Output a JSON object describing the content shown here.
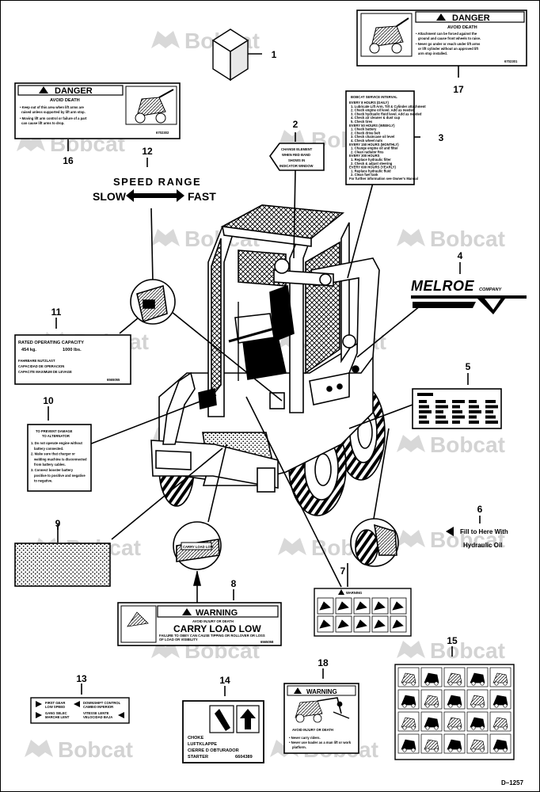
{
  "watermark": {
    "text": "Bobcat"
  },
  "drawing_number": "D–1257",
  "callouts": [
    "1",
    "2",
    "3",
    "4",
    "5",
    "6",
    "7",
    "8",
    "9",
    "10",
    "11",
    "12",
    "13",
    "14",
    "15",
    "16",
    "17",
    "18"
  ],
  "decal_16": {
    "header": "DANGER",
    "subheader": "AVOID DEATH",
    "lines": [
      "• Keep out of this area when lift arms are",
      "raised unless supported by lift arm stop.",
      "• Moving lift arm control or failure of a part",
      "can cause lift arms to drop."
    ],
    "part_no": "6702302"
  },
  "decal_17": {
    "header": "DANGER",
    "subheader": "AVOID DEATH",
    "lines": [
      "• Attachment can be forced against the",
      "ground and cause front wheels to raise.",
      "• Never go under or reach under lift arms",
      "or lift cylinder without an approved lift",
      "arm stop installed."
    ],
    "part_no": "6702301"
  },
  "decal_2": {
    "lines": [
      "CHANGE ELEMENT",
      "WHEN RED BAND",
      "SHOWS IN",
      "INDICATOR WINDOW"
    ]
  },
  "decal_3": {
    "title": "BOBCAT SERVICE INTERVAL",
    "lines": [
      "EVERY 8 HOURS (DAILY)",
      "1. Lubricate Lift Arm, Tilt & Cylinder attachment",
      "2. Check engine oil level. Add as needed",
      "3. Check hydraulic fluid level. Add as needed",
      "4. Check air cleaner & dust cup",
      "5. Check tires",
      "EVERY 50 HOURS (WEEKLY)",
      "1. Check battery",
      "2. Check drive belt",
      "3. Check chaincase oil level",
      "4. Check wheel nuts",
      "EVERY 150 HOURS (MONTHLY)",
      "1. Change engine oil and filter",
      "2. Clean radiator fins",
      "EVERY 300 HOURS",
      "1. Replace hydraulic filter",
      "2. Check & adjust steering",
      "EVERY 600 HOURS (YEARLY)",
      "1. Replace hydraulic fluid",
      "2. Clean fuel tank",
      "For further information see Owner's Manual"
    ]
  },
  "decal_12": {
    "title": "SPEED RANGE",
    "slow": "SLOW",
    "fast": "FAST"
  },
  "decal_4": {
    "brand": "MELROE",
    "suffix": "COMPANY"
  },
  "decal_11": {
    "title": "RATED OPERATING CAPACITY",
    "kg": "454 kg.",
    "lbs": "1000 lbs.",
    "lines": [
      "FAHRBARE NUTZLAST",
      "CAPACIDAD DE OPERACION",
      "CAPACITE MAXIMUM DE LEVAGE"
    ],
    "part_no": "6565055"
  },
  "decal_10": {
    "title": [
      "TO PREVENT DAMAGE",
      "TO ALTERNATOR"
    ],
    "lines": [
      "1. Do not operate engine without",
      "battery connected.",
      "2. Make sure that charger or",
      "welding machine is disconnected",
      "from battery cables.",
      "3. Connect booster battery",
      "positive to positive and negative",
      "to negative."
    ]
  },
  "decal_6": {
    "lines": [
      "Fill to Here With",
      "Hydraulic Oil"
    ]
  },
  "decal_8": {
    "header": "WARNING",
    "line1": "AVOID INJURY OR DEATH",
    "headline": "CARRY LOAD LOW",
    "lines": [
      "FAILURE TO OBEY CAN CAUSE TIPPING OR ROLLOVER OR LOSS",
      "OF LOAD OR VISIBILITY"
    ],
    "part_no": "6565058",
    "inset_label": "CARRY LOAD LOW"
  },
  "decal_7": {
    "header": "WARNING"
  },
  "decal_14": {
    "lines": [
      "CHOKE",
      "LUFTKLAPPE",
      "CIERRE D OBTURADOR",
      "STARTER"
    ],
    "part_no": "6604389"
  },
  "decal_18": {
    "header": "WARNING",
    "line": "AVOID INJURY OR DEATH",
    "lines": [
      "• Never carry riders.",
      "• Never use loader as a man lift or work",
      "platform."
    ]
  },
  "decal_13": {
    "left": [
      "FIRST GEAR",
      "LOW SPEED",
      "GANG SELEC",
      "MARCHE LENT"
    ],
    "right": [
      "DOWNSHIFT CONTROL",
      "CAMBIO INFERIOR",
      "VITESSE LENTE",
      "VELOCIDAD BAJA"
    ]
  }
}
